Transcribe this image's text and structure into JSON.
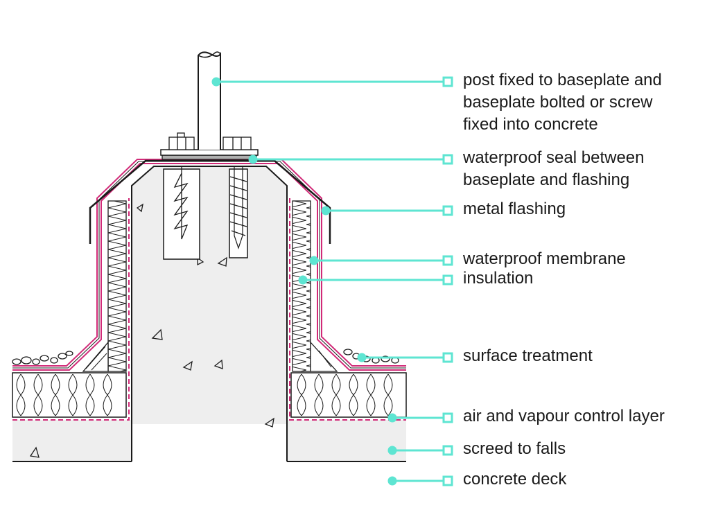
{
  "colors": {
    "accent": "#5ee5d2",
    "membrane": "#d12a78",
    "line": "#1a1a1a",
    "deck_fill": "#eeeeee",
    "baseplate": "#b0b0b0"
  },
  "labels": [
    {
      "lines": [
        "post fixed to baseplate and",
        "baseplate bolted or screw",
        "fixed into concrete"
      ]
    },
    {
      "lines": [
        "waterproof seal between",
        "baseplate and flashing"
      ]
    },
    {
      "lines": [
        "metal flashing"
      ]
    },
    {
      "lines": [
        "waterproof membrane"
      ]
    },
    {
      "lines": [
        "insulation"
      ]
    },
    {
      "lines": [
        "surface treatment"
      ]
    },
    {
      "lines": [
        "air and vapour control layer"
      ]
    },
    {
      "lines": [
        "screed to falls"
      ]
    },
    {
      "lines": [
        "concrete deck"
      ]
    }
  ]
}
